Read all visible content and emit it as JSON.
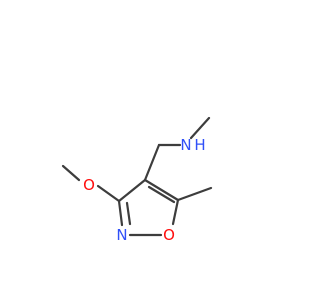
{
  "atoms": {
    "nh": {
      "symbol": "N",
      "hydrogen": "H"
    },
    "o_methoxy": {
      "symbol": "O"
    },
    "n_ring": {
      "symbol": "N"
    },
    "o_ring": {
      "symbol": "O"
    }
  },
  "colors": {
    "bond": "#3d3d3d",
    "nitrogen": "#3050f8",
    "oxygen": "#ff0d0d"
  }
}
